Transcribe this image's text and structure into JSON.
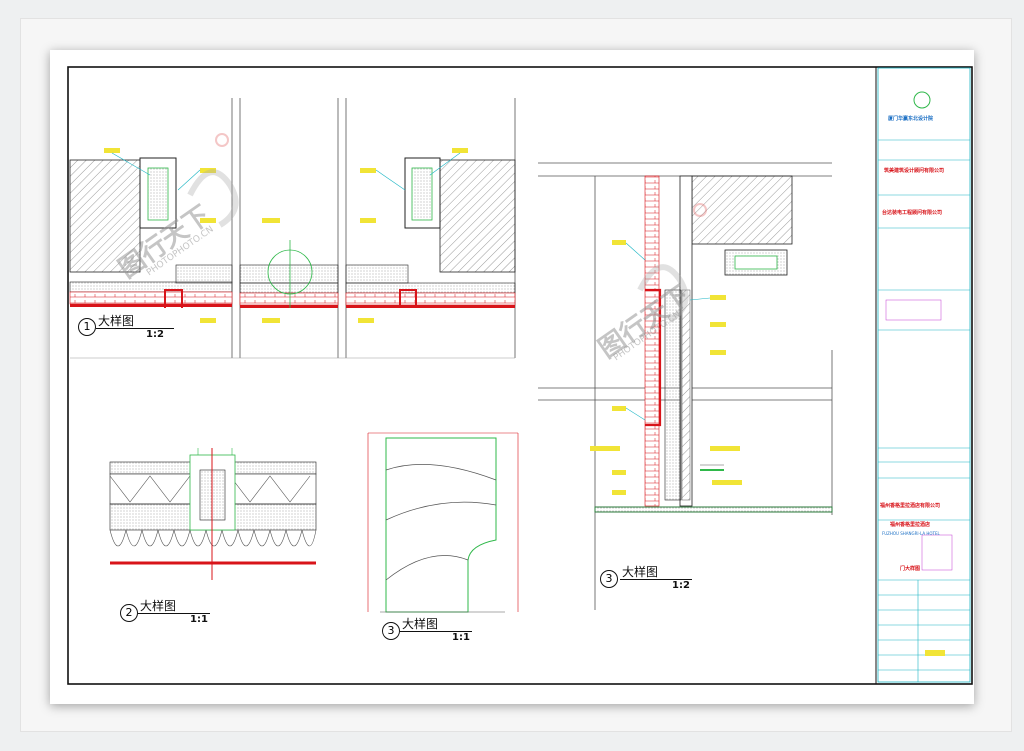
{
  "details": [
    {
      "number": "1",
      "title": "大样图",
      "scale": "1:2"
    },
    {
      "number": "2",
      "title": "大样图",
      "scale": "1:1"
    },
    {
      "number": "3",
      "title": "大样图",
      "scale": "1:1"
    },
    {
      "number": "3",
      "title": "大样图",
      "scale": "1:2"
    }
  ],
  "title_block": {
    "company1": "厦门华赢东北设计院",
    "company2": "筑美建筑设计顾问有限公司",
    "company3": "台达装电工程顾问有限公司",
    "client": "福州香格里拉酒店有限公司",
    "project": "福州香格里拉酒店",
    "project_en": "FUZHOU SHANGRI-LA HOTEL",
    "drawing_name": "门大样图"
  },
  "watermark": {
    "brand": "图行天下",
    "url": "PHOTOPHOTO.CN"
  },
  "colors": {
    "red": "#d8141a",
    "green": "#2fb84a",
    "cyan": "#1bb5c4",
    "yellow": "#f1e436",
    "magenta": "#c23ad1"
  }
}
